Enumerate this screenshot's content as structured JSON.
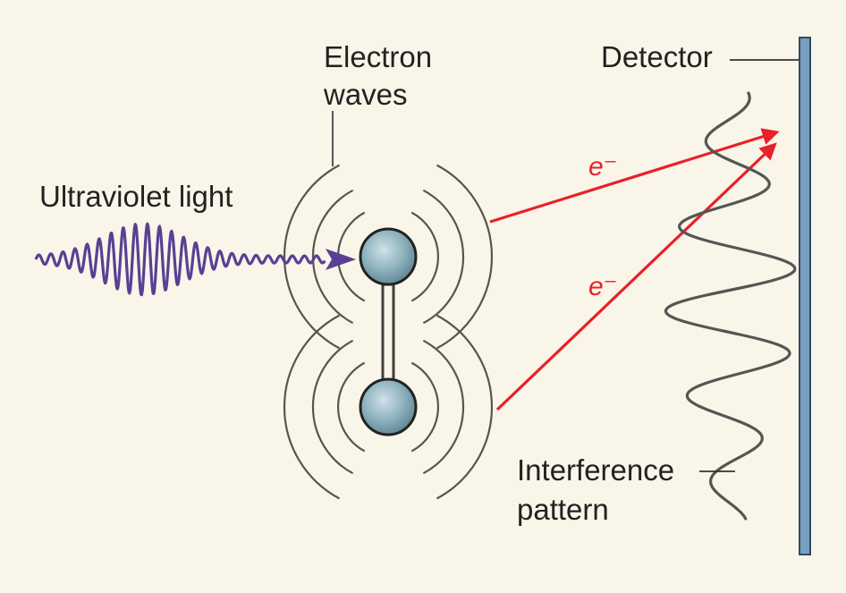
{
  "labels": {
    "electron_waves_line1": "Electron",
    "electron_waves_line2": "waves",
    "ultraviolet_light": "Ultraviolet light",
    "detector": "Detector",
    "interference_line1": "Interference",
    "interference_line2": "pattern",
    "electron_symbol": "e⁻"
  },
  "colors": {
    "background": "#f9f5e8",
    "light_wave": "#5a3f94",
    "electron_path": "#e8202a",
    "atom_fill": "#7fa8b4",
    "bond": "#404040",
    "wave_arcs": "#555555",
    "interference_curve": "#555555",
    "detector_plate": "#7a9fbf",
    "text": "#222222"
  }
}
